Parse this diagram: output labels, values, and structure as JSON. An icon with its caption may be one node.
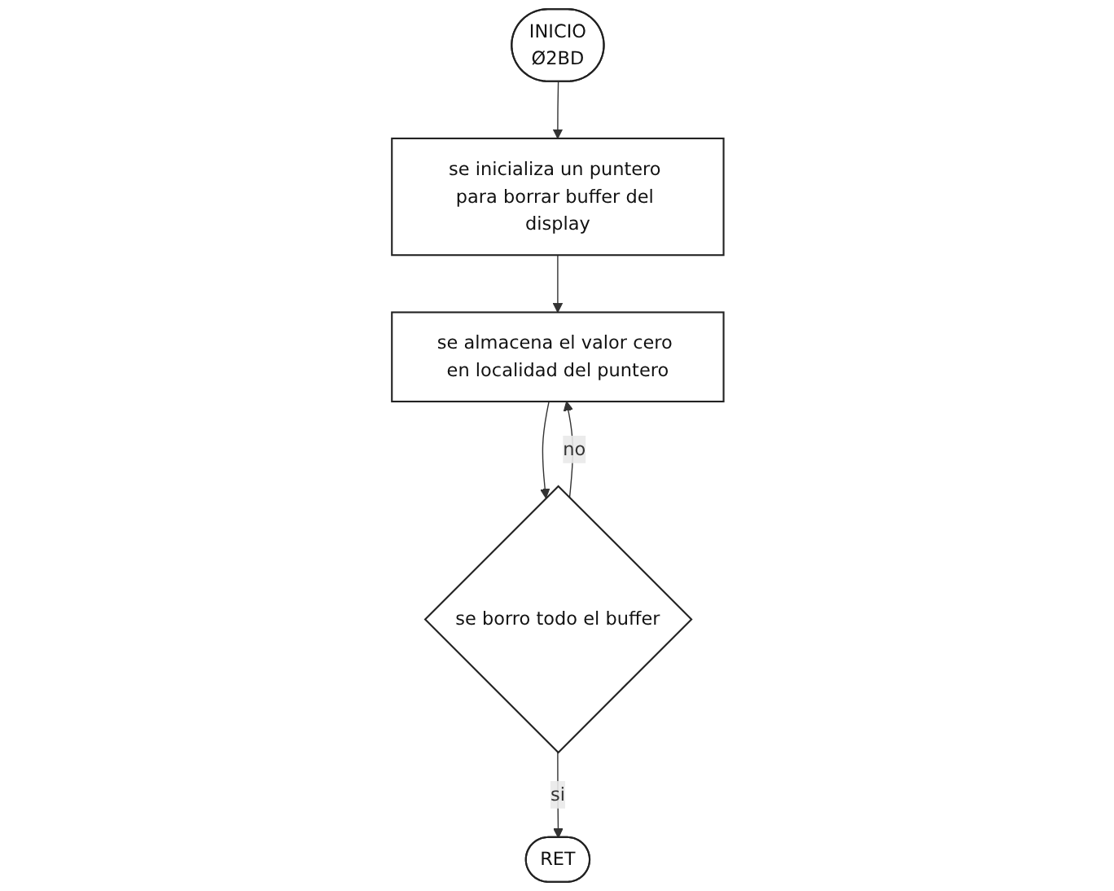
{
  "diagram": {
    "nodes": [
      {
        "text": [
          "INICIO",
          "Ø2BD"
        ]
      },
      {
        "text": [
          "se inicializa un puntero para borrar buffer del display"
        ]
      },
      {
        "text": [
          "se almacena el valor cero en localidad del puntero"
        ]
      },
      {
        "text": [
          "se borro todo el buffer"
        ]
      },
      {
        "text": [
          "RET"
        ]
      }
    ],
    "edges": [
      {
        "from": 0,
        "to": 1,
        "arrow": "to"
      },
      {
        "from": 1,
        "to": 2,
        "arrow": "to"
      },
      {
        "from": 2,
        "to": 3,
        "arrow": "to"
      },
      {
        "from": 3,
        "to": 2,
        "arrow": "to",
        "label": "no"
      },
      {
        "from": 3,
        "to": 4,
        "arrow": "to",
        "label": "si"
      }
    ]
  }
}
